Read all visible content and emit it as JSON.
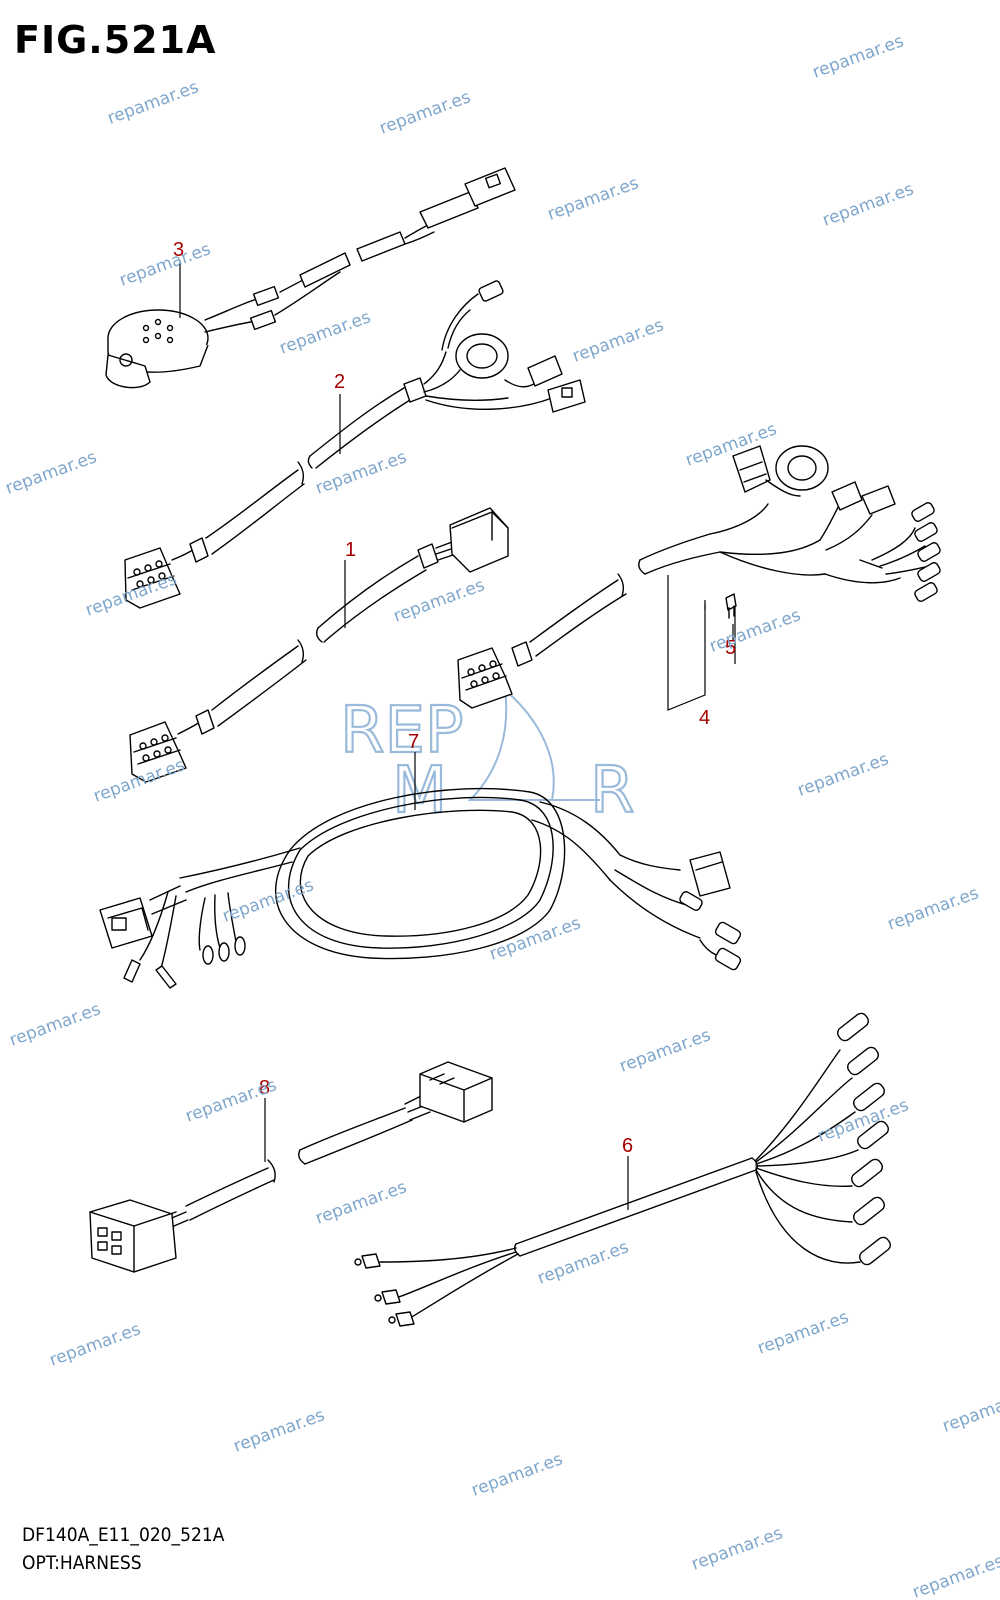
{
  "figure": {
    "title": "FIG.521A",
    "model_code": "DF140A_E11_020_521A",
    "group_name": "OPT:HARNESS"
  },
  "callouts": [
    "1",
    "2",
    "3",
    "4",
    "5",
    "6",
    "7",
    "8"
  ],
  "watermark": {
    "text": "repamar.es",
    "logo_text": [
      "REP",
      "M",
      "R"
    ]
  },
  "colors": {
    "line": "#000000",
    "callout": "#a50000",
    "watermark": "#7fa6cc"
  }
}
